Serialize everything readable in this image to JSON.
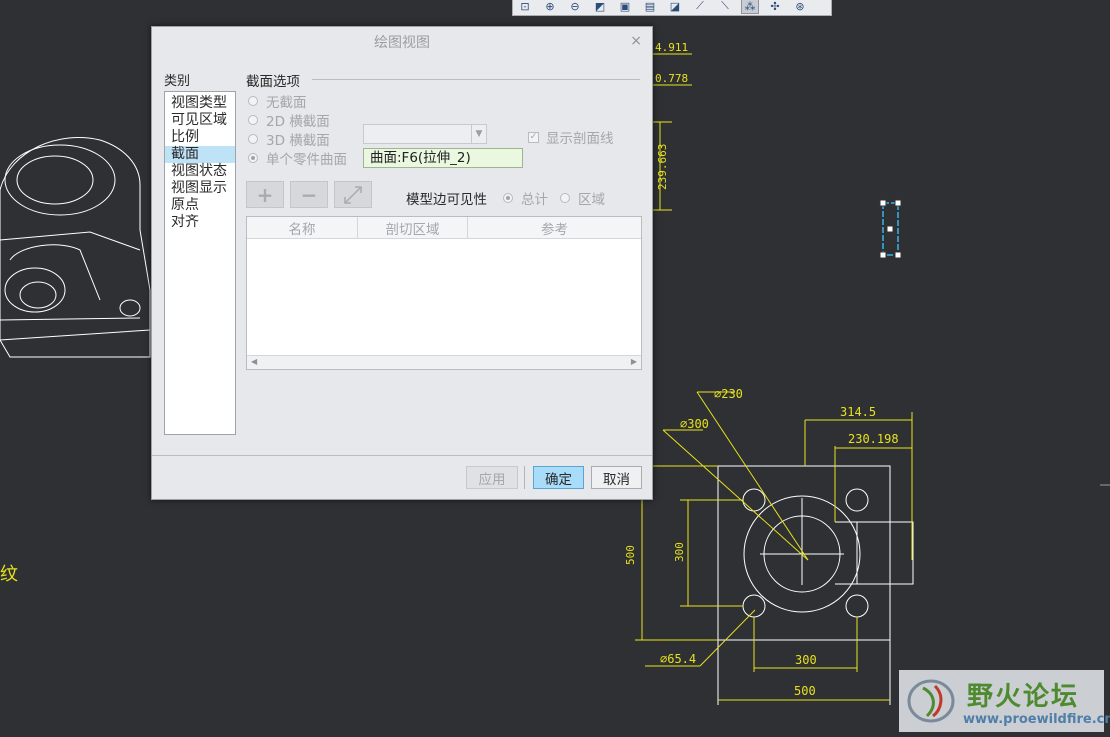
{
  "toolbar": {
    "icons": [
      "zoom-fit-icon",
      "zoom-in-icon",
      "zoom-out-icon",
      "repaint-icon",
      "saved-view-icon",
      "layer-icon",
      "display-style-icon",
      "datum-plane-icon",
      "datum-axis-icon",
      "datum-point-icon",
      "csys-icon",
      "spin-center-icon"
    ]
  },
  "drawing": {
    "dims": {
      "top_1": "4.911",
      "top_2": "0.778",
      "vertical_right": "239.663",
      "dia_230": "⌀230",
      "dia_300": "⌀300",
      "dim_314": "314.5",
      "dim_230": "230.198",
      "dim_500_vert": "500",
      "dim_300_vert": "300",
      "dim_300_horz": "300",
      "dim_500_horz": "500",
      "dia_65": "⌀65.4"
    },
    "left_fragment": "纹",
    "colors": {
      "dimension": "#e8e21c",
      "geometry": "#ffffff",
      "background": "#2e3033"
    }
  },
  "dialog": {
    "title": "绘图视图",
    "close_symbol": "×",
    "category_label": "类别",
    "categories": [
      "视图类型",
      "可见区域",
      "比例",
      "截面",
      "视图状态",
      "视图显示",
      "原点",
      "对齐"
    ],
    "selected_category": "截面",
    "section_title": "截面选项",
    "options": {
      "none": "无截面",
      "cross_2d": "2D 横截面",
      "cross_3d": "3D 横截面",
      "single_surface": "单个零件曲面"
    },
    "show_hatching": "显示剖面线",
    "surface_value": "曲面:F6(拉伸_2)",
    "add_symbol": "+",
    "remove_symbol": "−",
    "edge_visibility_label": "模型边可见性",
    "vis_total": "总计",
    "vis_area": "区域",
    "table_headers": [
      "名称",
      "剖切区域",
      "参考"
    ],
    "buttons": {
      "apply": "应用",
      "ok": "确定",
      "cancel": "取消"
    }
  },
  "watermark": {
    "title": "野火论坛",
    "url": "www.proewildfire.cn"
  }
}
